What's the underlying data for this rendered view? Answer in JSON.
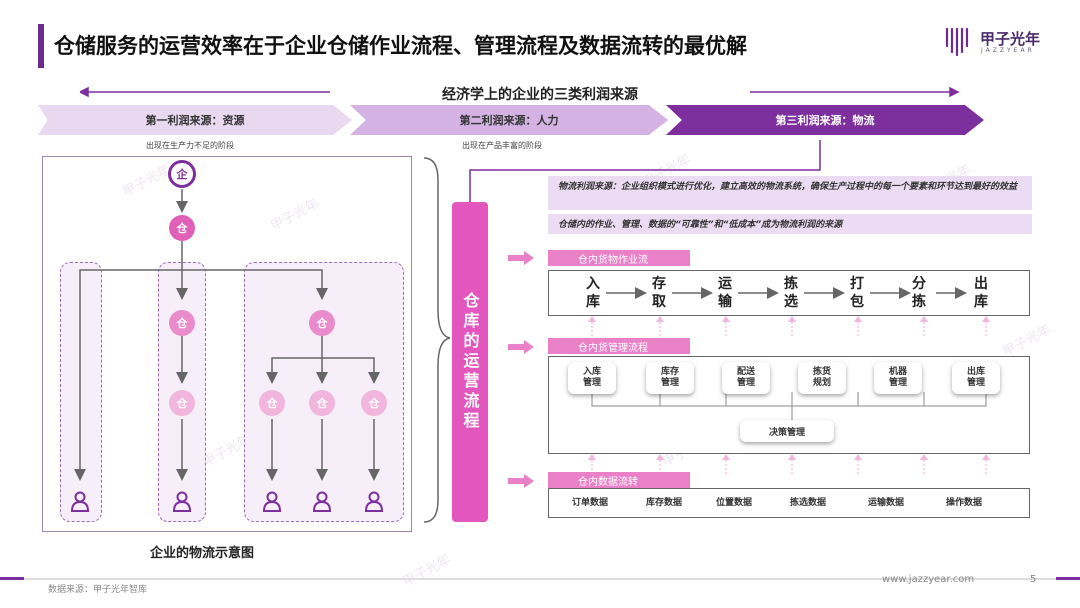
{
  "header": {
    "title": "仓储服务的运营效率在于企业仓储作业流程、管理流程及数据流转的最优解",
    "logo_cn": "甲子光年",
    "logo_en": "JAZZYEAR"
  },
  "economics": {
    "title": "经济学上的企业的三类利润来源",
    "stages": [
      {
        "label": "第一利润来源：资源",
        "note": "出现在生产力不足的阶段"
      },
      {
        "label": "第二利润来源：人力",
        "note": "出现在产品丰富的阶段"
      },
      {
        "label": "第三利润来源：物流",
        "note": ""
      }
    ]
  },
  "left_diagram": {
    "caption": "企业的物流示意图",
    "node_label": "仓",
    "top_node_label": "企"
  },
  "vertical_label": "仓库的运营流程",
  "info": {
    "line1": "物流利润来源：企业组织模式进行优化，建立高效的物流系统，确保生产过程中的每一个要素和环节达到最好的效益",
    "line2": "仓储内的作业、管理、数据的“可靠性”和“低成本”成为物流利润的来源"
  },
  "sections": {
    "ops": {
      "title": "仓内货物作业流",
      "steps": [
        {
          "l1": "入",
          "l2": "库"
        },
        {
          "l1": "存",
          "l2": "取"
        },
        {
          "l1": "运",
          "l2": "输"
        },
        {
          "l1": "拣",
          "l2": "选"
        },
        {
          "l1": "打",
          "l2": "包"
        },
        {
          "l1": "分",
          "l2": "拣"
        },
        {
          "l1": "出",
          "l2": "库"
        }
      ]
    },
    "mgmt": {
      "title": "仓内货管理流程",
      "items": [
        {
          "l1": "入库",
          "l2": "管理"
        },
        {
          "l1": "库存",
          "l2": "管理"
        },
        {
          "l1": "配送",
          "l2": "管理"
        },
        {
          "l1": "拣货",
          "l2": "规划"
        },
        {
          "l1": "机器",
          "l2": "管理"
        },
        {
          "l1": "出库",
          "l2": "管理"
        }
      ],
      "decision": "决策管理"
    },
    "data": {
      "title": "仓内数据流转",
      "items": [
        "订单数据",
        "库存数据",
        "位置数据",
        "拣选数据",
        "运输数据",
        "操作数据"
      ]
    }
  },
  "footer": {
    "source": "数据来源：甲子光年智库",
    "url": "www.jazzyear.com",
    "page": "5"
  },
  "colors": {
    "accent_purple": "#7d2f9e",
    "accent_pink": "#e256bd"
  }
}
